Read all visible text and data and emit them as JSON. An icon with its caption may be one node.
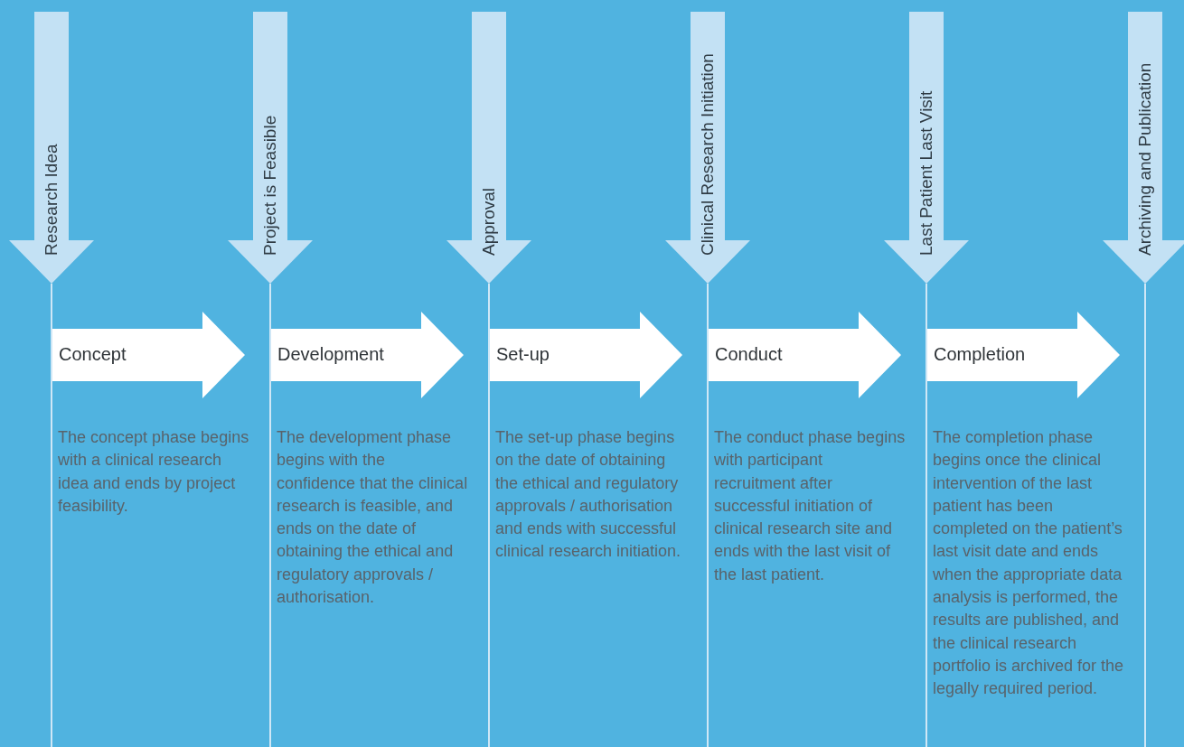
{
  "diagram": {
    "nodes": [
      {
        "text": [
          "Research Idea"
        ]
      },
      {
        "text": [
          "Project is Feasible"
        ]
      },
      {
        "text": [
          "Approval"
        ]
      },
      {
        "text": [
          "Clinical Research Initiation"
        ]
      },
      {
        "text": [
          "Last Patient Last Visit"
        ]
      },
      {
        "text": [
          "Archiving and Publication"
        ]
      },
      {
        "text": [
          "Concept"
        ],
        "beside": [
          "The concept phase begins with a clinical research idea and ends by project feasibility."
        ]
      },
      {
        "text": [
          "Development"
        ],
        "beside": [
          "The development phase begins with the confidence that the clinical research is feasible, and ends on the date of obtaining the ethical and regulatory approvals / authorisation."
        ]
      },
      {
        "text": [
          "Set-up"
        ],
        "beside": [
          "The set-up phase begins on the date of obtaining the ethical and regulatory approvals / authorisation and ends with successful clinical research initiation."
        ]
      },
      {
        "text": [
          "Conduct"
        ],
        "beside": [
          "The conduct phase begins with participant recruitment after successful initiation of clinical research site and ends with the last visit of the last patient."
        ]
      },
      {
        "text": [
          "Completion"
        ],
        "beside": [
          "The completion phase begins once the clinical intervention of the last patient has been completed on the patient’s last visit date and ends when the appropriate data analysis is performed, the results are published, and the clinical research portfolio is archived for the legally required period."
        ]
      }
    ]
  }
}
